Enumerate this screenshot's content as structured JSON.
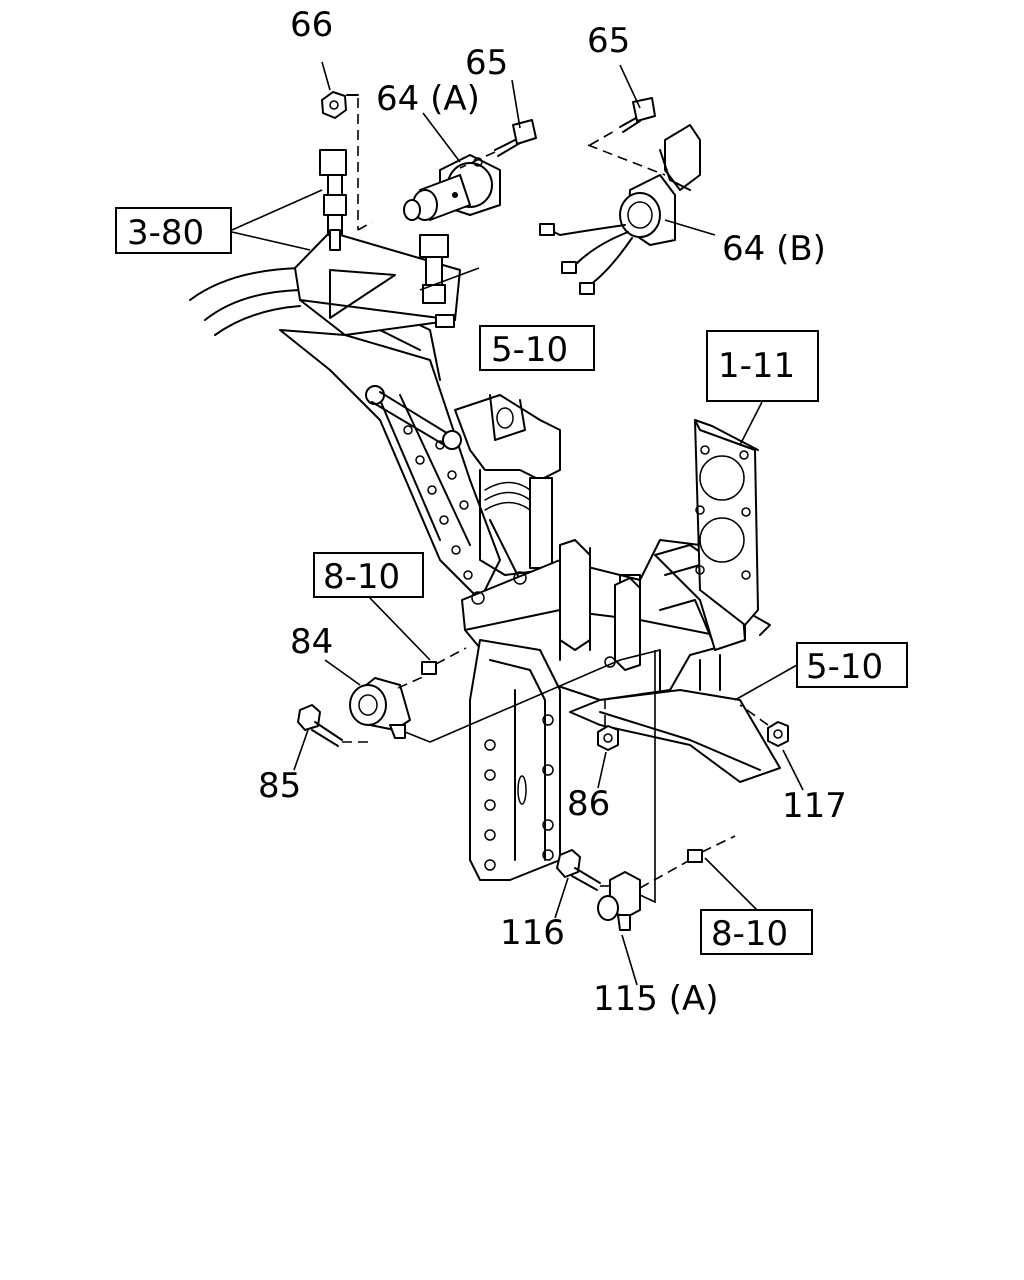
{
  "labels": {
    "l66": "66",
    "l65a": "65",
    "l64a": "64 (A)",
    "l65b": "65",
    "l64b": "64 (B)",
    "l84": "84",
    "l85": "85",
    "l86": "86",
    "l117": "117",
    "l116": "116",
    "l115a": "115 (A)"
  },
  "refs": {
    "r380": "3-80",
    "r510a": "5-10",
    "r111": "1-11",
    "r810a": "8-10",
    "r510b": "5-10",
    "r810b": "8-10"
  }
}
